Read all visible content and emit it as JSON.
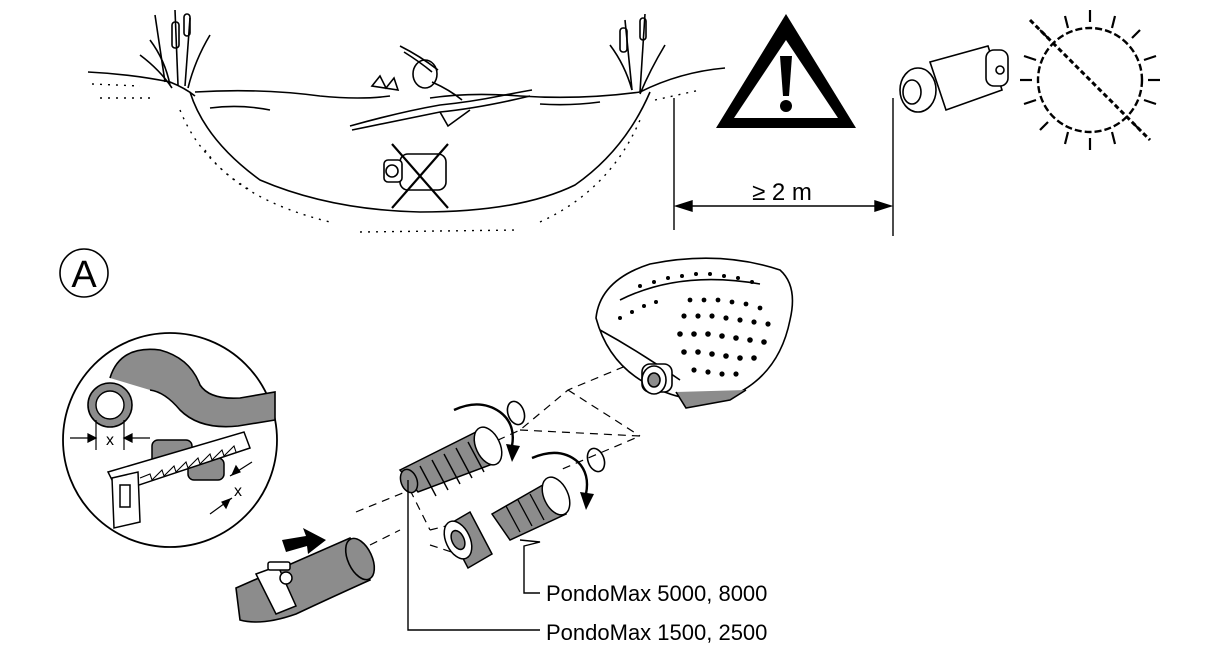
{
  "diagram": {
    "panel_label": "A",
    "distance_label": "≥ 2 m",
    "cut_mark_label": "x",
    "cut_mark_label_2": "x",
    "callouts": [
      {
        "label": "PondoMax 5000, 8000"
      },
      {
        "label": "PondoMax 1500, 2500"
      }
    ],
    "icons": [
      "pond-scene",
      "swimmer",
      "crossed-pump-icon",
      "warning-triangle-icon",
      "pump-icon",
      "crossed-sun-icon",
      "pump-body",
      "hose-connector",
      "swivel-nut",
      "o-ring",
      "hose",
      "hose-clamp",
      "saw-detail",
      "push-arrow-icon",
      "rotation-arrow-icon"
    ],
    "colors": {
      "line": "#000000",
      "hose": "#8c8c8c",
      "background": "#ffffff"
    }
  }
}
